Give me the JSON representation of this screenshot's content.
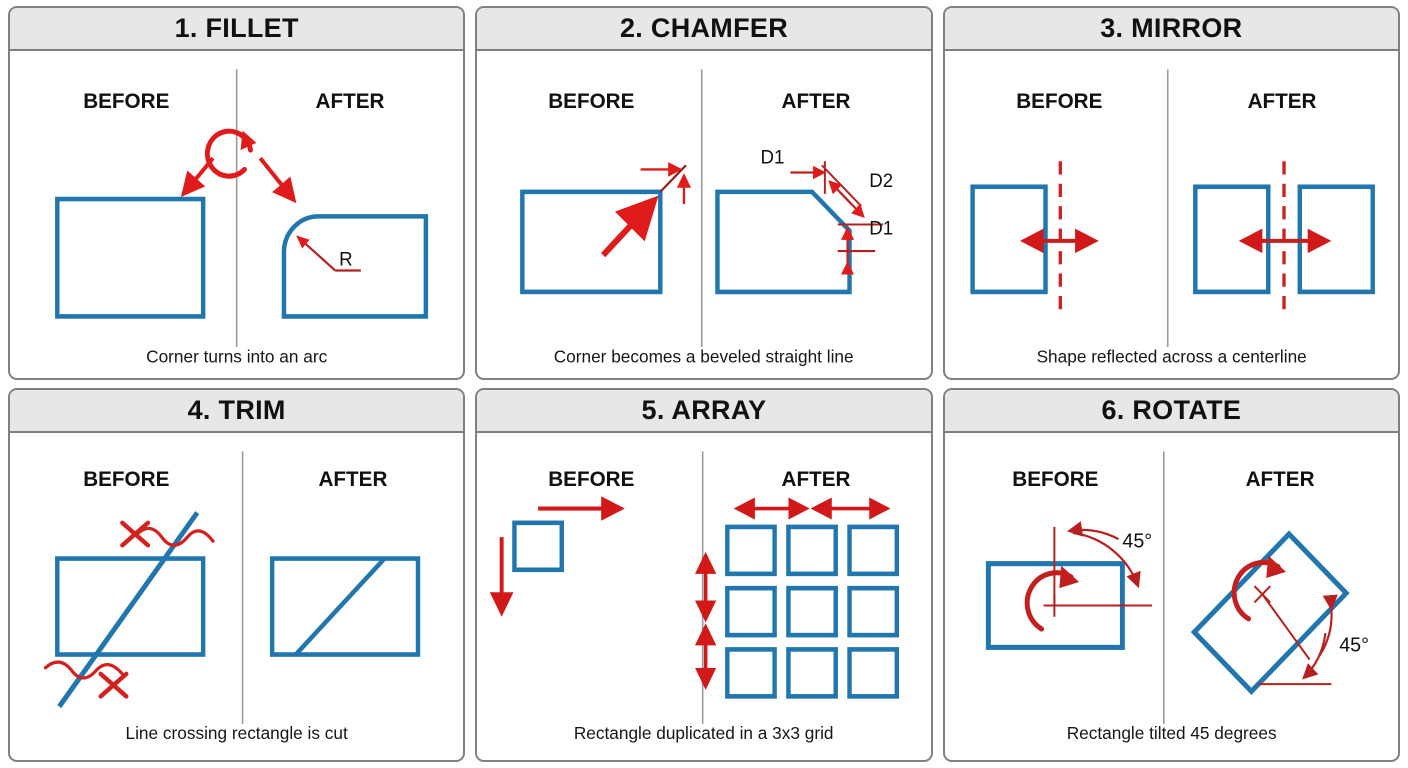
{
  "colors": {
    "blue": "#2176ae",
    "red": "#e01b1b",
    "dark_red": "#b22222",
    "panel_border": "#808080",
    "title_bg": "#e7e7e7",
    "text": "#111111",
    "divider": "#9a9a9a"
  },
  "labels": {
    "before": "BEFORE",
    "after": "AFTER"
  },
  "panels": [
    {
      "title": "1. FILLET",
      "caption": "Corner turns into an arc",
      "annotations": {
        "radius": "R"
      }
    },
    {
      "title": "2. CHAMFER",
      "caption": "Corner becomes a beveled straight line",
      "annotations": {
        "d1_top": "D1",
        "d2": "D2",
        "d1_right": "D1"
      }
    },
    {
      "title": "3. MIRROR",
      "caption": "Shape reflected across a centerline",
      "annotations": {}
    },
    {
      "title": "4. TRIM",
      "caption": "Line crossing rectangle is cut",
      "annotations": {}
    },
    {
      "title": "5. ARRAY",
      "caption": "Rectangle duplicated in a 3x3 grid",
      "annotations": {}
    },
    {
      "title": "6. ROTATE",
      "caption": "Rectangle tilted 45 degrees",
      "annotations": {
        "angle_before": "45°",
        "angle_after": "45°"
      }
    }
  ]
}
